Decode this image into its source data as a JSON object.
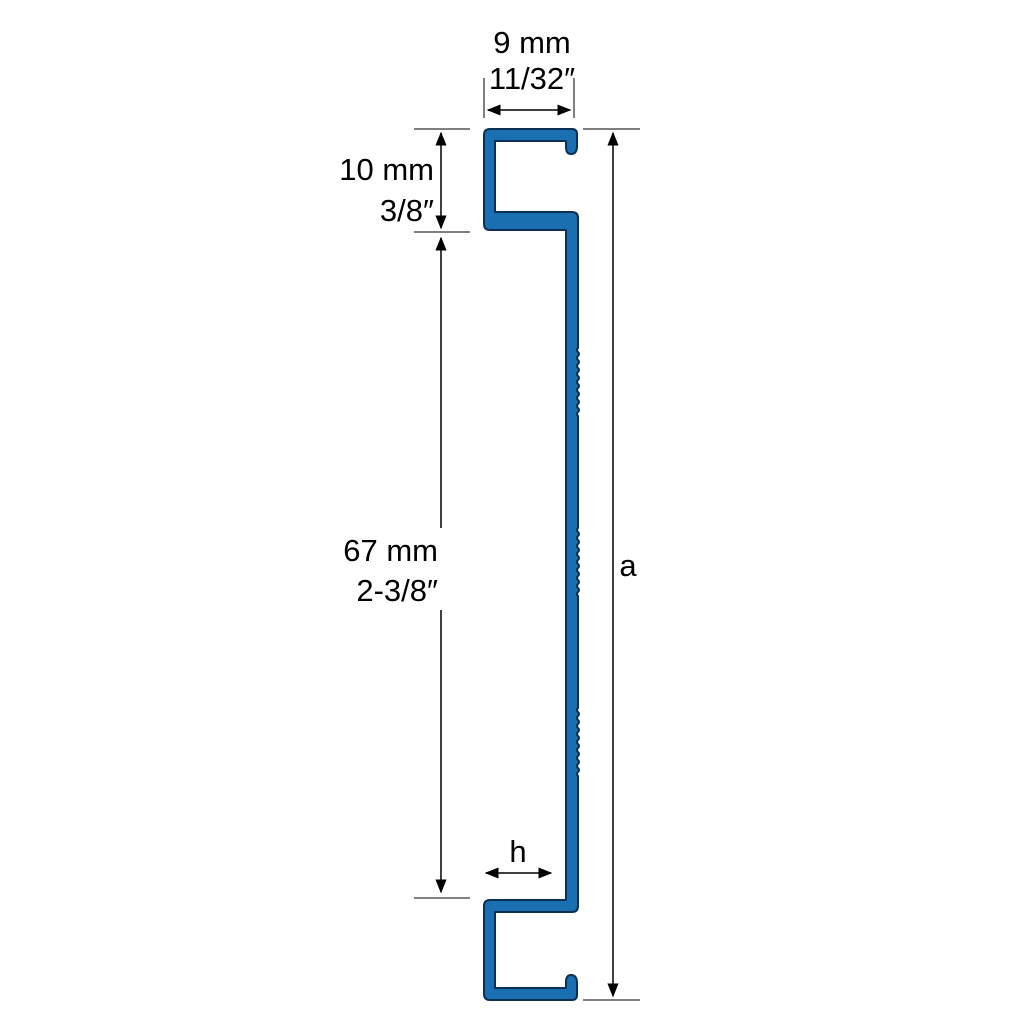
{
  "dimensions": {
    "top_width_mm": "9 mm",
    "top_width_in": "11/32″",
    "top_flange_mm": "10 mm",
    "top_flange_in": "3/8″",
    "middle_height_mm": "67 mm",
    "middle_height_in": "2-3/8″",
    "height_label": "h",
    "overall_label": "a"
  },
  "colors": {
    "profile_fill": "#1a6fb0",
    "profile_outline": "#0d2f55",
    "lines": "#000000"
  }
}
